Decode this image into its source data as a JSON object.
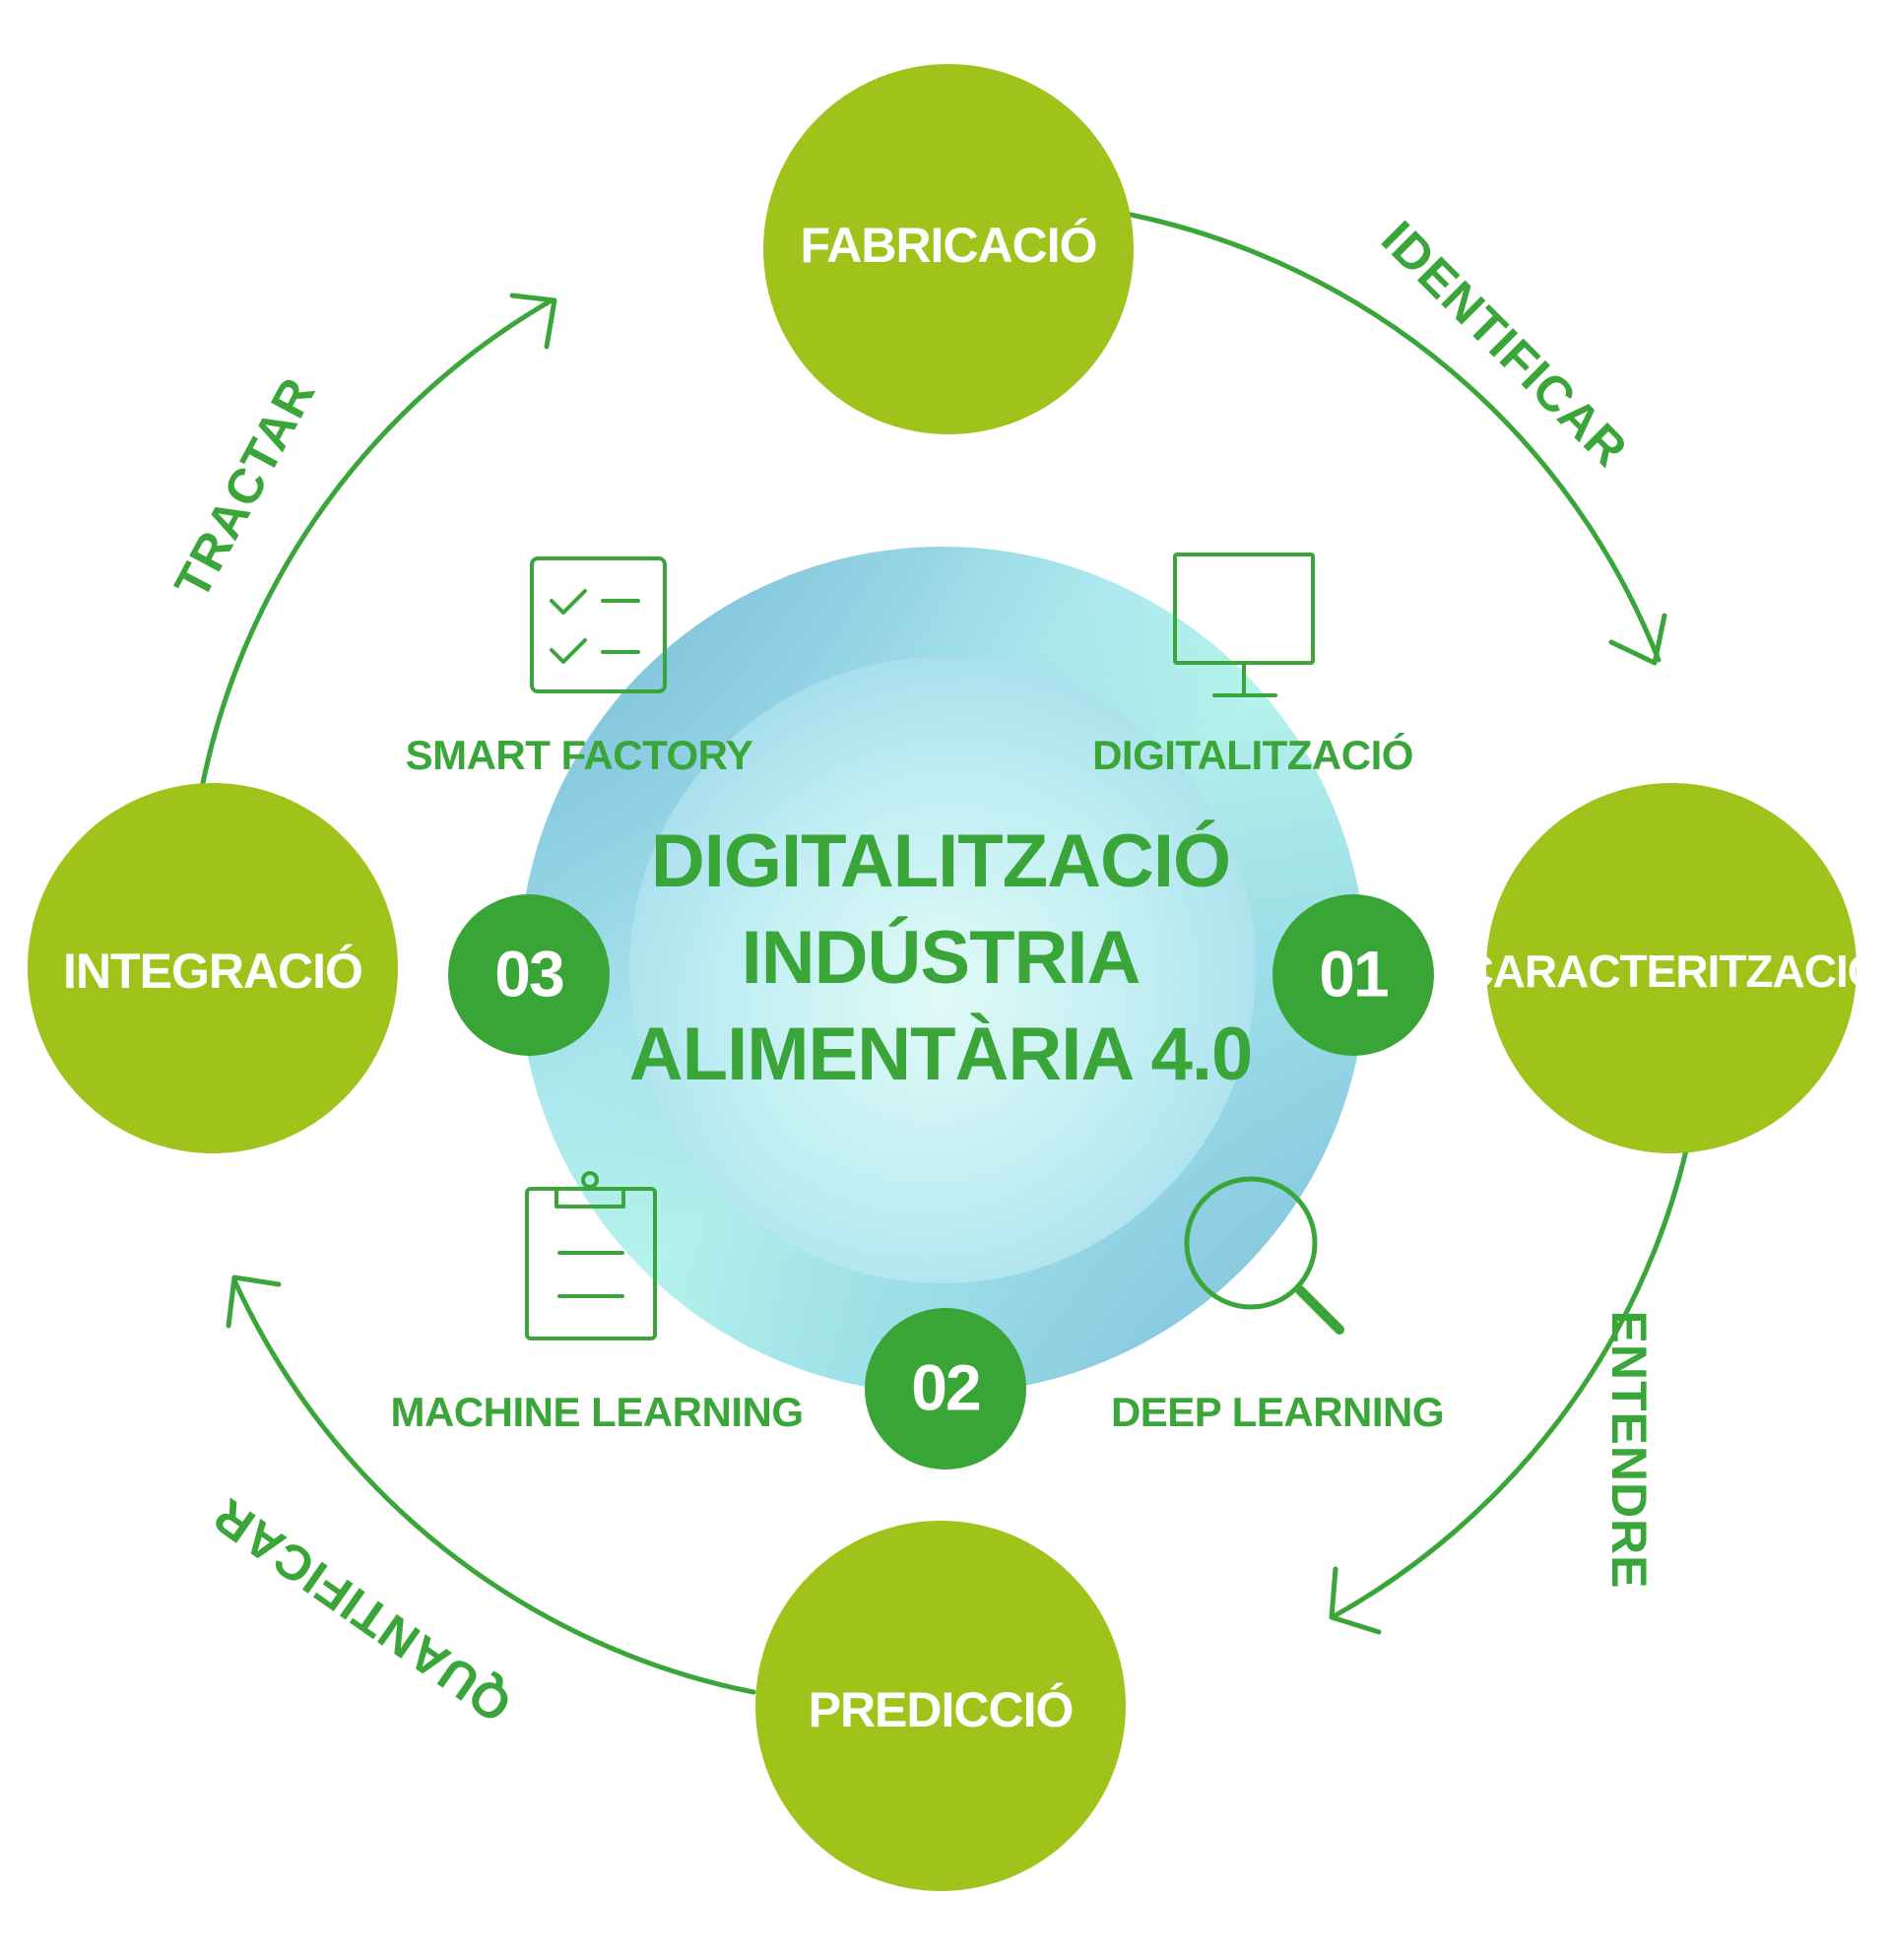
{
  "colors": {
    "node_fill": "#a0c31b",
    "accent_green": "#3aa63a",
    "dark_green": "#38a536",
    "center_blue": "#6aaad6",
    "center_cyan": "#b4f2ee"
  },
  "center": {
    "title_line1": "DIGITALITZACIÓ",
    "title_line2": "INDÚSTRIA",
    "title_line3": "ALIMENTÀRIA 4.0"
  },
  "nodes": {
    "top": "FABRICACIÓ",
    "right": "CARACTERITZACIÓ",
    "bottom": "PREDICCIÓ",
    "left": "INTEGRACIÓ"
  },
  "verbs": {
    "top_right": "IDENTIFICAR",
    "bottom_right": "ENTENDRE",
    "bottom_left": "QUANTIFICAR",
    "top_left": "TRACTAR"
  },
  "numbers": {
    "right": "01",
    "bottom": "02",
    "left": "03"
  },
  "technologies": {
    "top_left": {
      "label": "SMART FACTORY",
      "icon": "checklist-icon"
    },
    "top_right": {
      "label": "DIGITALITZACIÓ",
      "icon": "monitor-icon"
    },
    "bottom_left": {
      "label": "MACHINE LEARNING",
      "icon": "clipboard-icon"
    },
    "bottom_right": {
      "label": "DEEP LEARNING",
      "icon": "magnifier-icon"
    }
  }
}
